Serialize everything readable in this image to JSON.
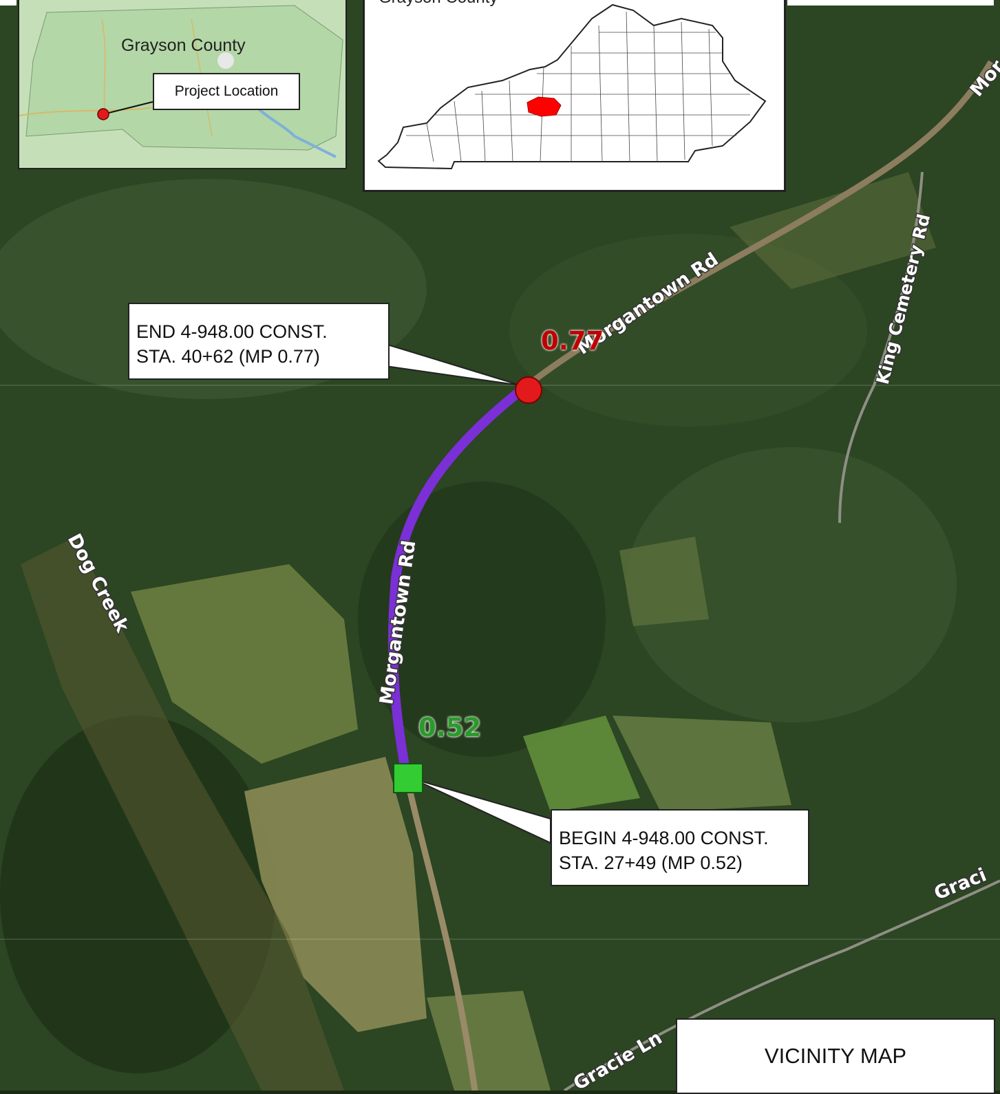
{
  "map": {
    "type": "aerial-vicinity-map",
    "roads": [
      {
        "name": "Morgantown Rd"
      },
      {
        "name": "Morgantown Rd"
      },
      {
        "name": "King Cemetery Rd"
      },
      {
        "name": "Graci"
      },
      {
        "name": "Gracie Ln"
      },
      {
        "name": "Mor"
      }
    ],
    "creek": "Dog Creek",
    "milepost_end_label": "0.77",
    "milepost_begin_label": "0.52",
    "colors": {
      "project_route": "#7b2fd6",
      "end_marker": "#e31a1c",
      "begin_marker": "#33cc33",
      "mp_end_text": "#c00000",
      "mp_begin_text": "#2a9a2a"
    }
  },
  "callouts": {
    "end": {
      "line1": "END 4-948.00 CONST.",
      "line2": "STA. 40+62 (MP 0.77)"
    },
    "begin": {
      "line1": "BEGIN 4-948.00 CONST.",
      "line2": "STA. 27+49 (MP 0.52)"
    }
  },
  "title": "VICINITY MAP",
  "inset_county": {
    "county_label": "Grayson County",
    "callout": "Project Location"
  },
  "inset_state": {
    "title": "Grayson County",
    "highlight_color": "#ff0000"
  }
}
